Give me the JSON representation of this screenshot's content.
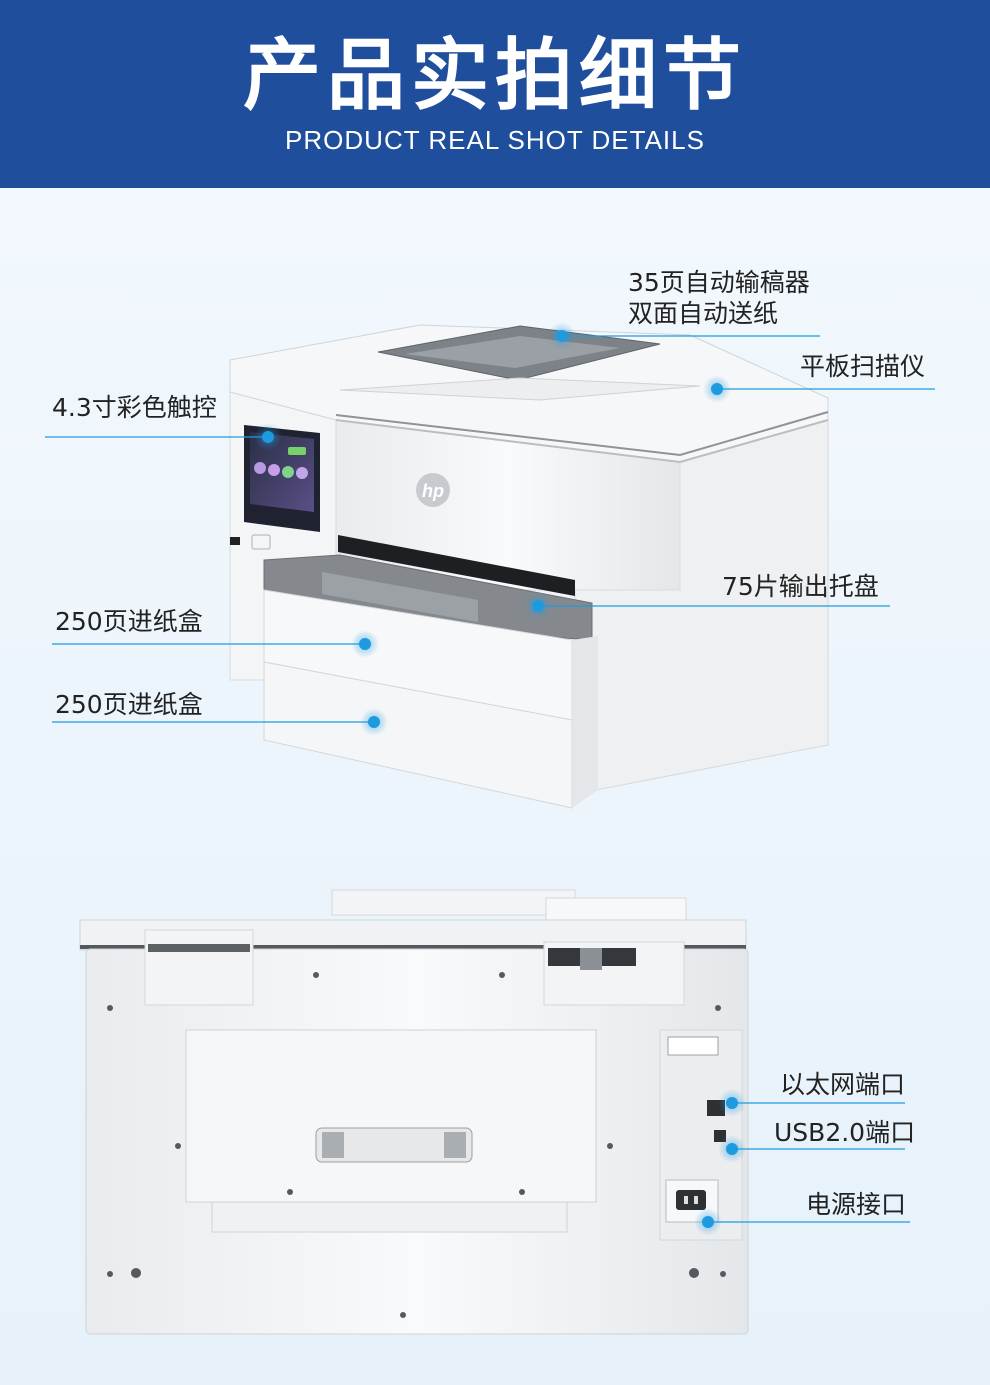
{
  "banner": {
    "title": "产品实拍细节",
    "subtitle": "PRODUCT REAL SHOT DETAILS",
    "color": "#1f4e9c"
  },
  "accent_color": "#1e9be0",
  "front": {
    "brand": "hp",
    "labels": {
      "adf_line1": "35页自动输稿器",
      "adf_line2": "双面自动送纸",
      "scanner": "平板扫描仪",
      "touch": "4.3寸彩色触控",
      "output_tray": "75片输出托盘",
      "tray1": "250页进纸盒",
      "tray2": "250页进纸盒"
    }
  },
  "back": {
    "labels": {
      "ethernet": "以太网端口",
      "usb": "USB2.0端口",
      "power": "电源接口"
    }
  }
}
